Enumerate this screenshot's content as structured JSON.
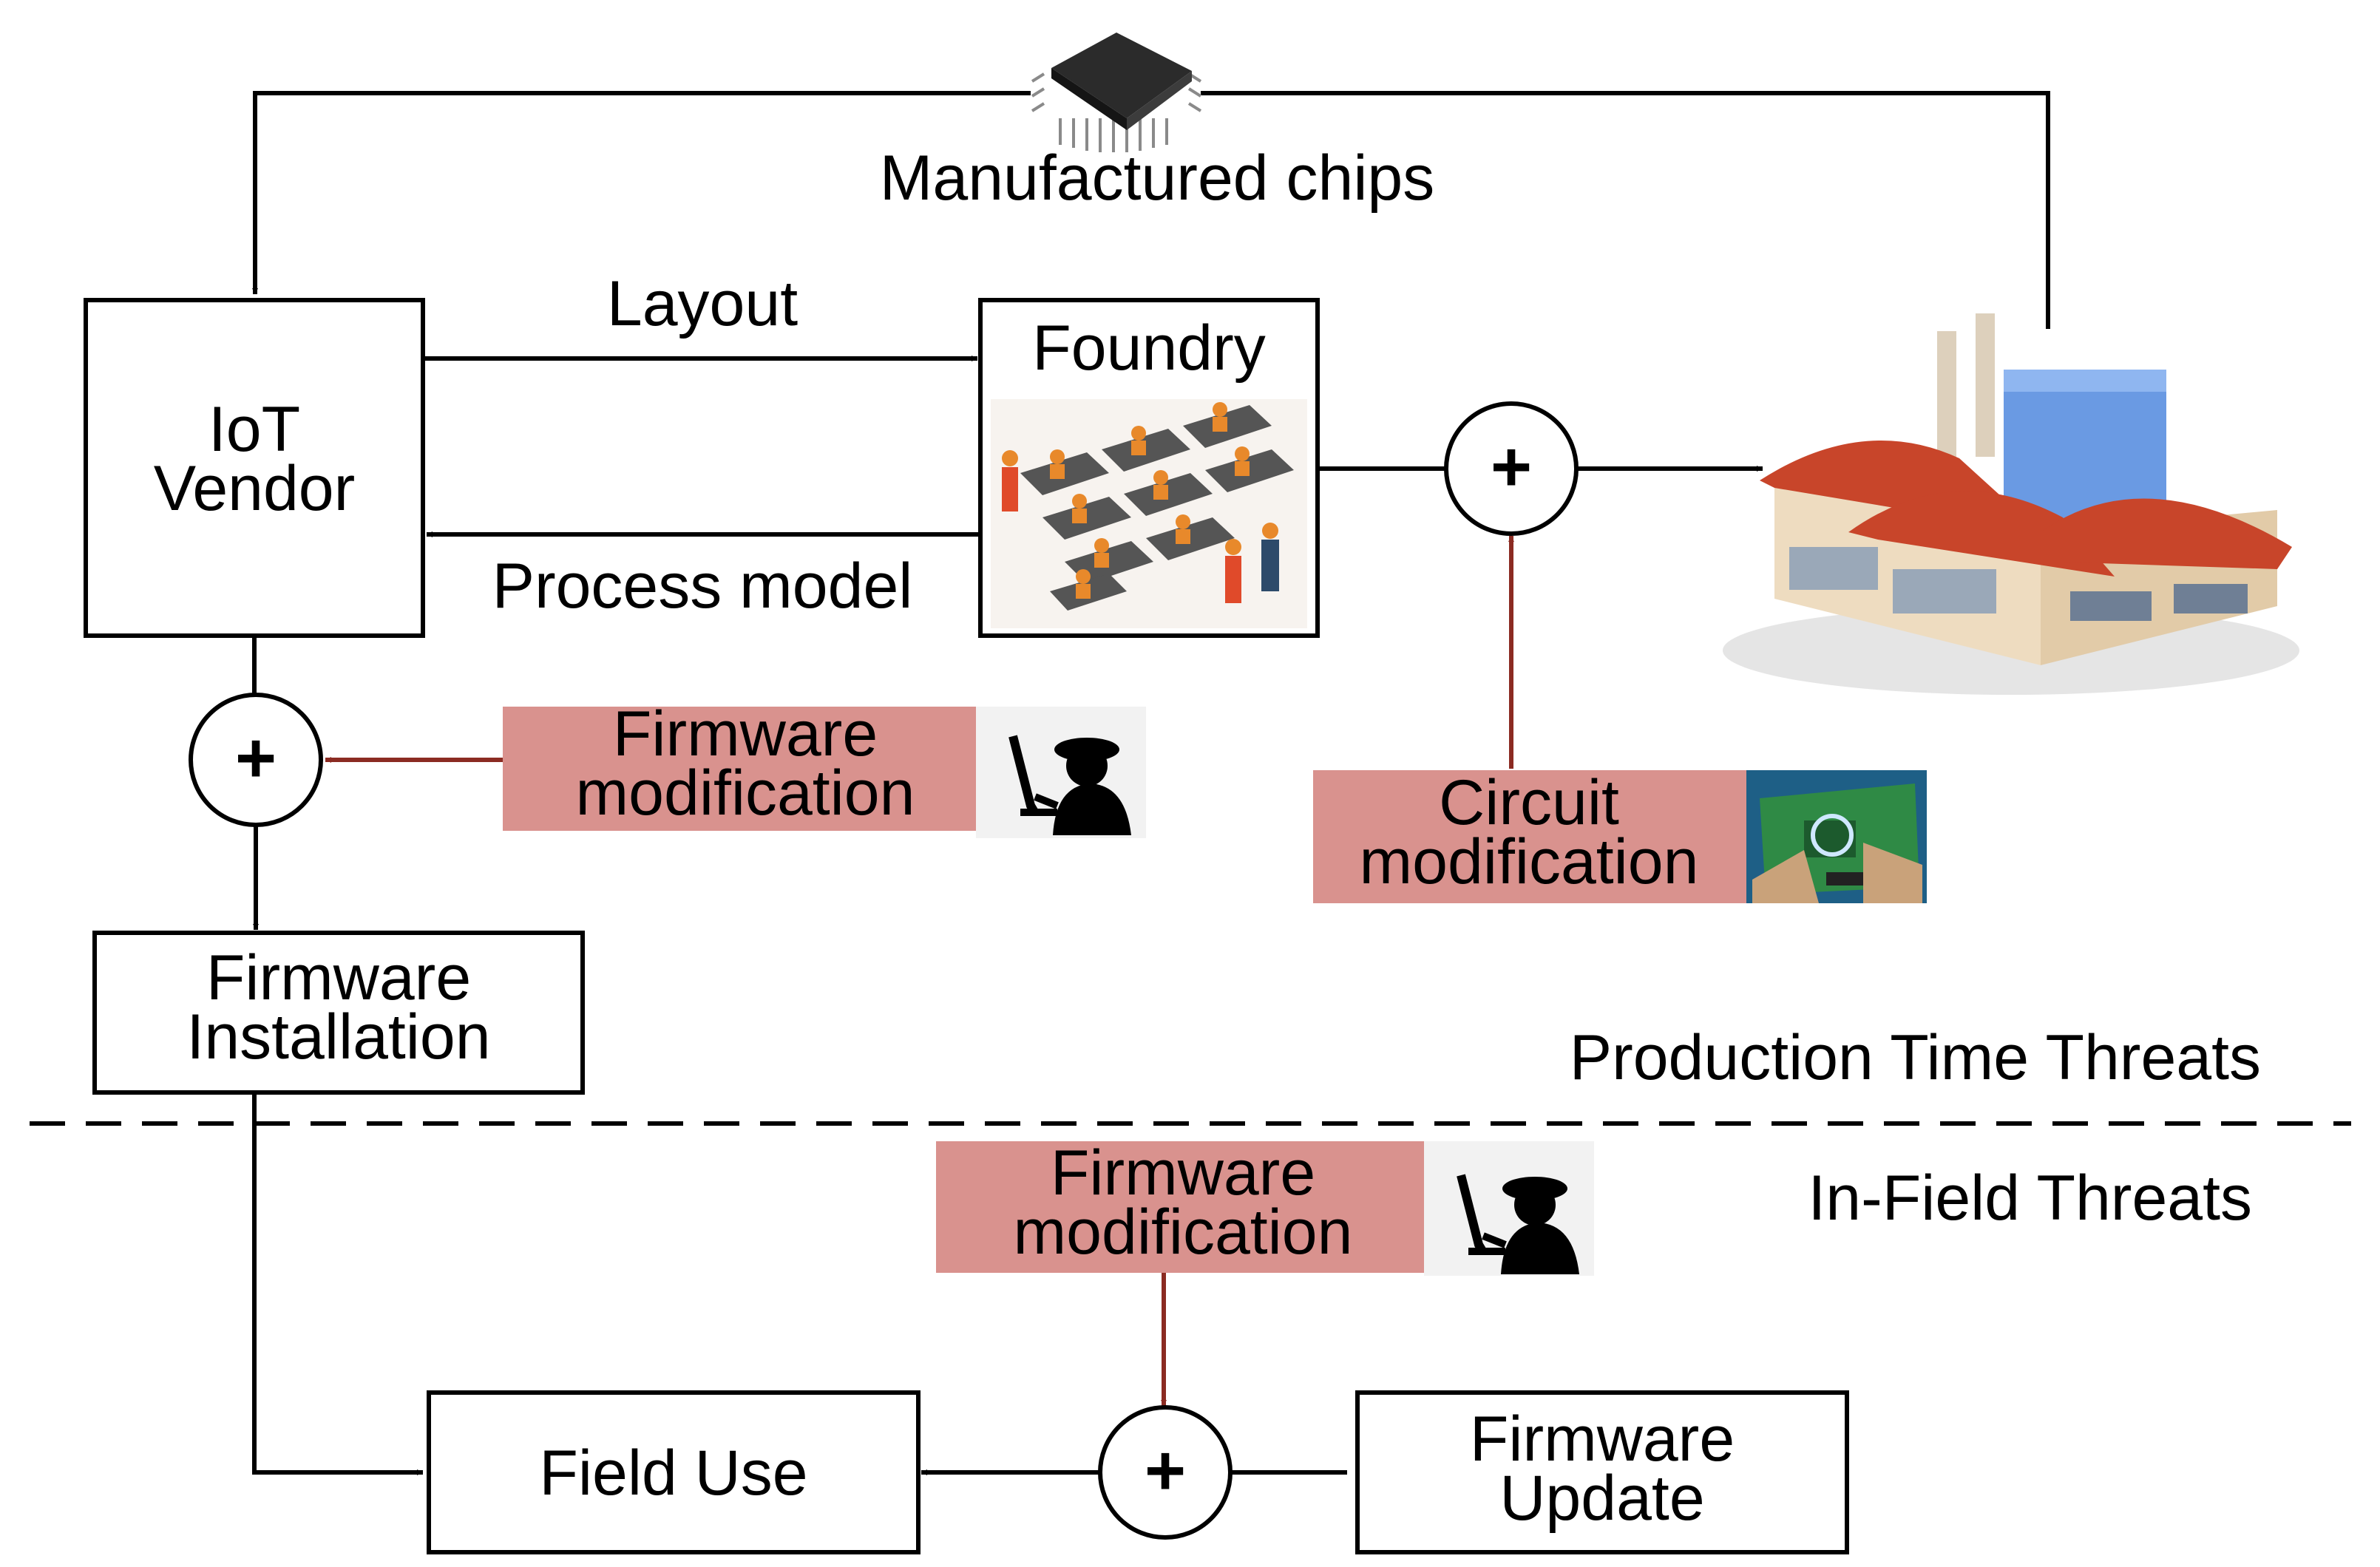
{
  "colors": {
    "threat_fill": "#d9928e",
    "threat_arrow": "#8b2b22",
    "line": "#000000",
    "roof": "#c8452a",
    "wall": "#eedcc0",
    "glass": "#5a8fe0",
    "pcb": "#2f8a45"
  },
  "chips_label": "Manufactured chips",
  "vendor": {
    "line1": "IoT",
    "line2": "Vendor"
  },
  "foundry": {
    "title": "Foundry"
  },
  "layout_label": "Layout",
  "process_model_label": "Process model",
  "plus_symbol": "+",
  "firmware_installation": {
    "line1": "Firmware",
    "line2": "Installation"
  },
  "threats": {
    "firmware_production": {
      "line1": "Firmware",
      "line2": "modification",
      "icon": "hacker-icon"
    },
    "circuit": {
      "line1": "Circuit",
      "line2": "modification",
      "icon": "circuit-board-icon"
    },
    "firmware_field": {
      "line1": "Firmware",
      "line2": "modification",
      "icon": "hacker-icon"
    }
  },
  "zones": {
    "production": "Production Time Threats",
    "in_field": "In-Field Threats"
  },
  "field_use": "Field Use",
  "firmware_update": {
    "line1": "Firmware",
    "line2": "Update"
  }
}
